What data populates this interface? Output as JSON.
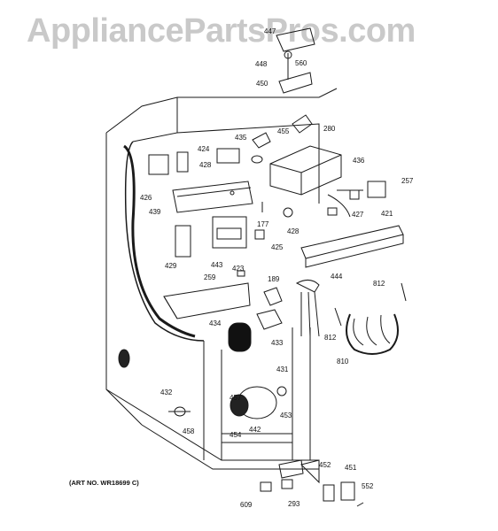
{
  "watermark": "AppliancePartsPros.com",
  "art_number": "(ART NO. WR18699 C)",
  "part_labels": [
    "447",
    "448",
    "560",
    "450",
    "455",
    "280",
    "436",
    "435",
    "424",
    "428",
    "426",
    "439",
    "177",
    "428",
    "257",
    "427",
    "421",
    "429",
    "443",
    "423",
    "425",
    "189",
    "444",
    "812",
    "259",
    "434",
    "433",
    "812",
    "810",
    "431",
    "432",
    "457",
    "442",
    "453",
    "458",
    "454",
    "452",
    "451",
    "552",
    "609",
    "293"
  ]
}
